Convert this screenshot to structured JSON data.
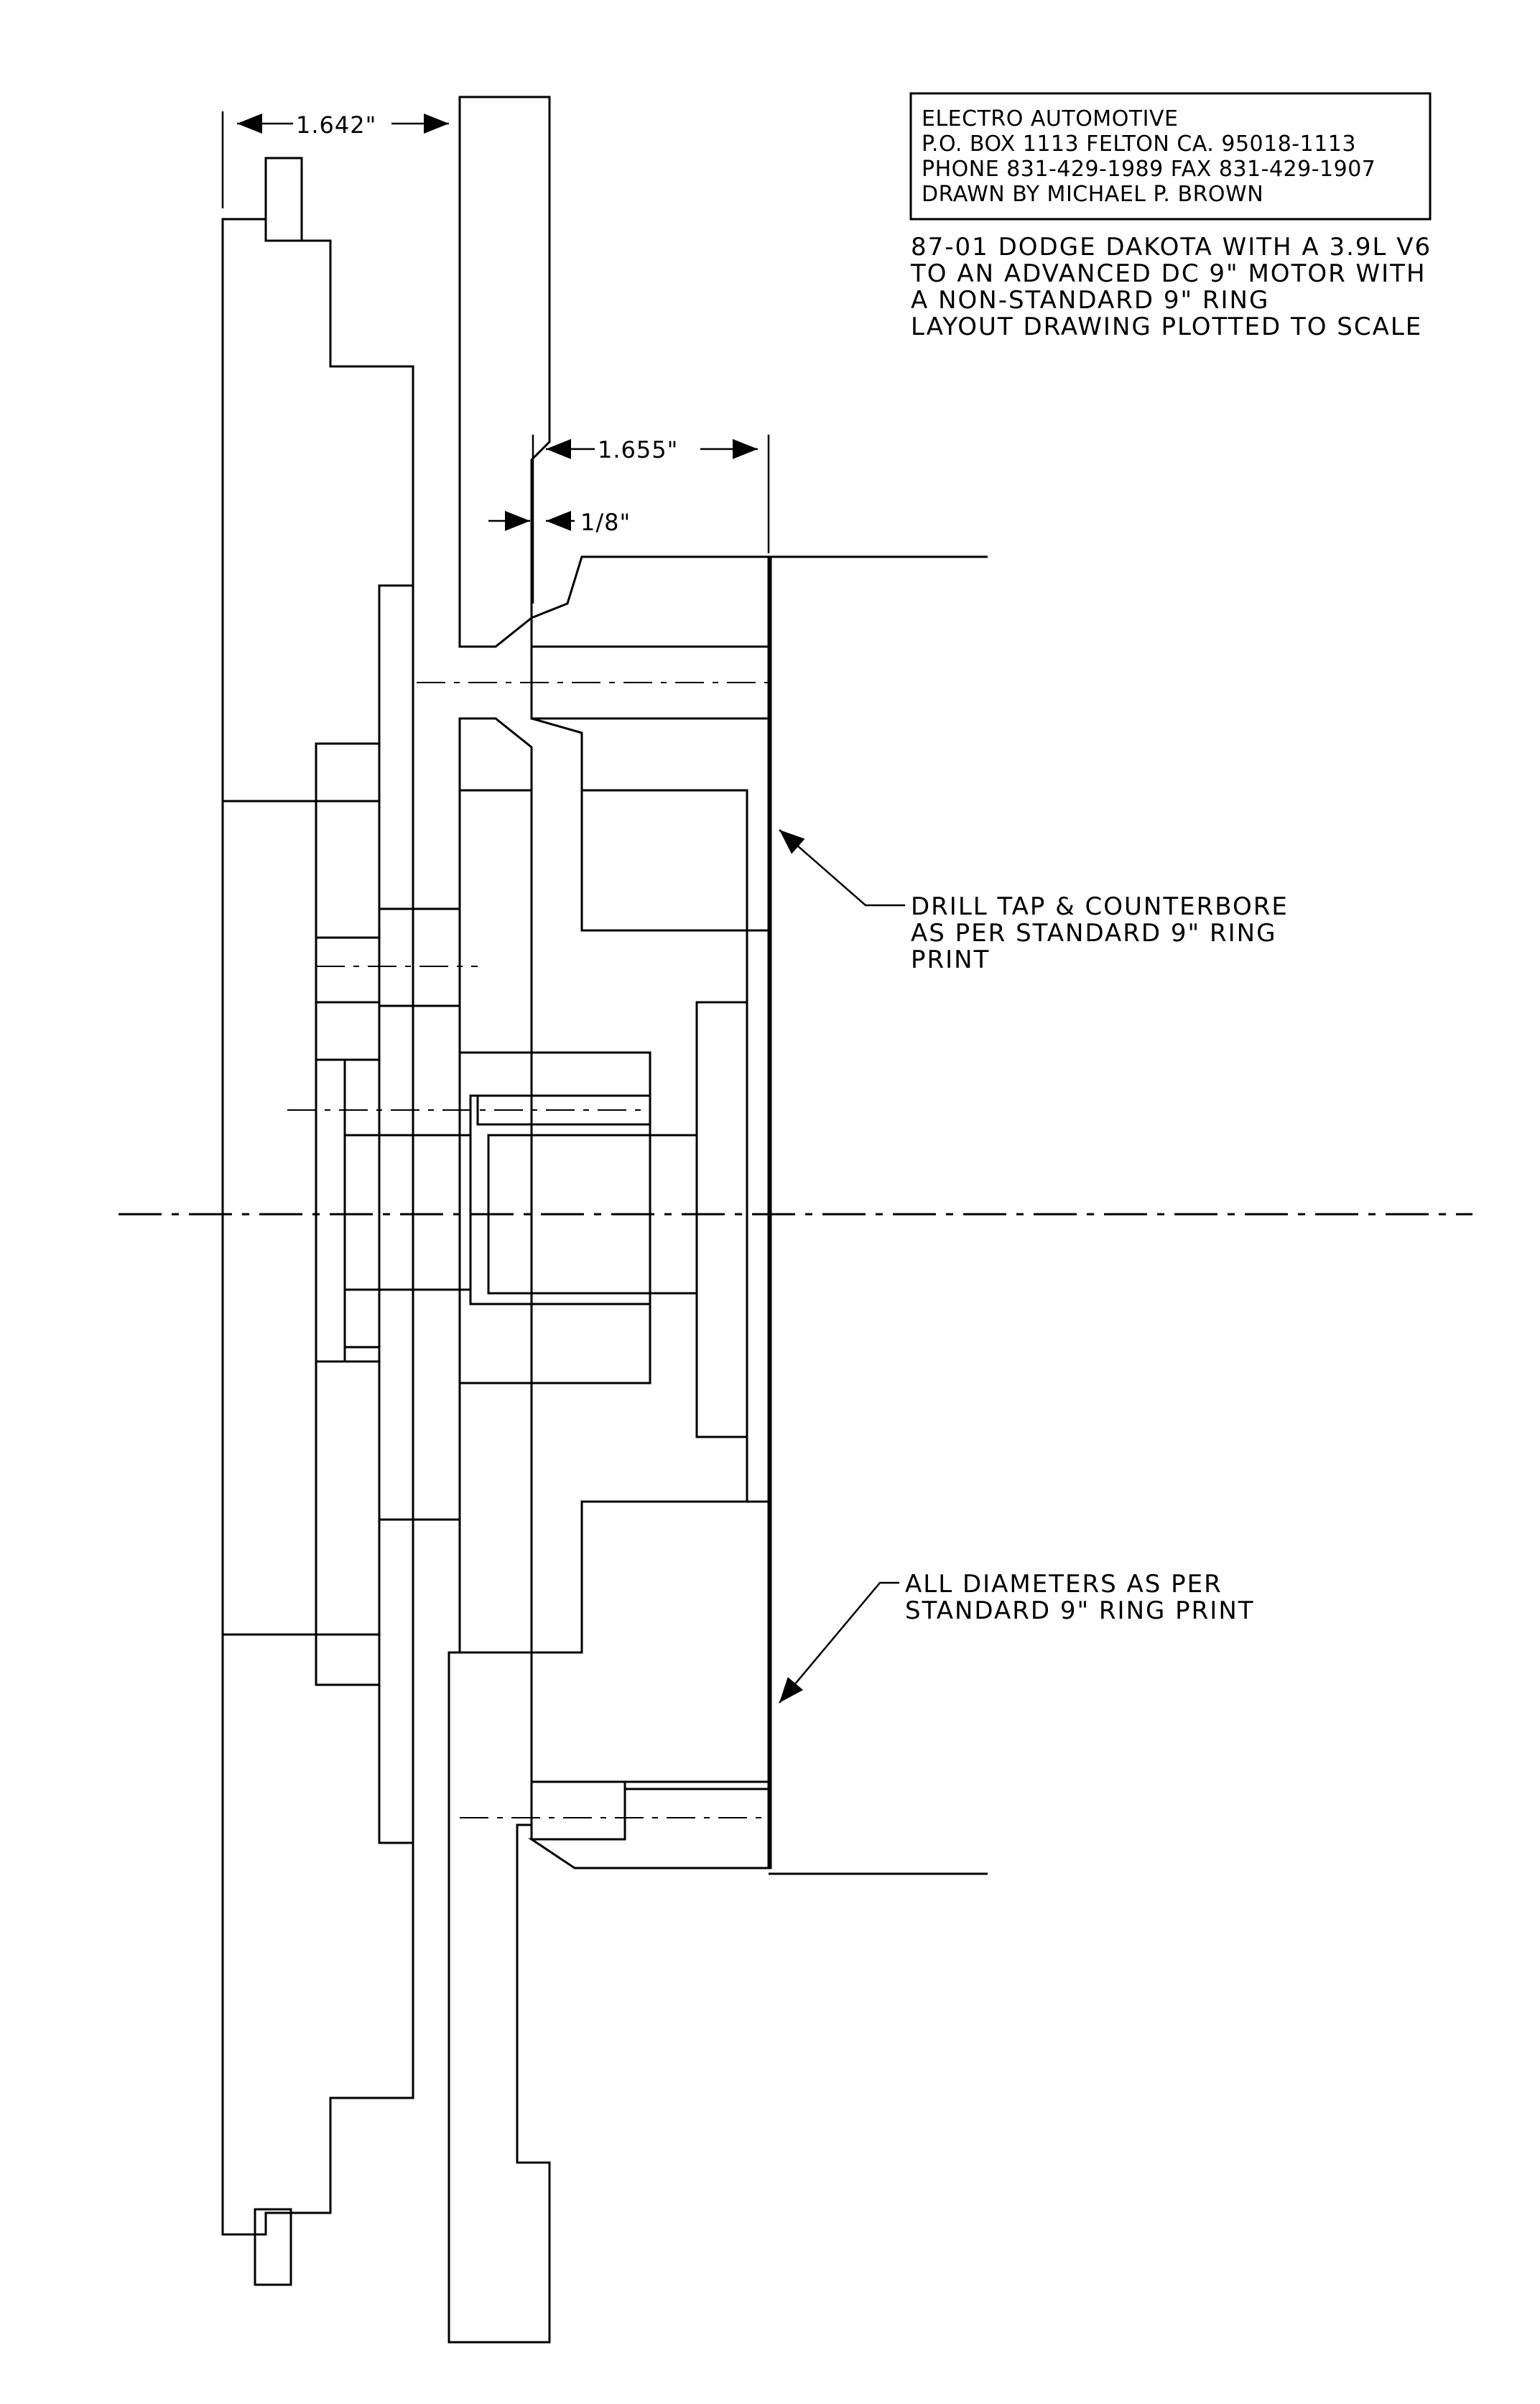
{
  "title_block": {
    "lines": [
      "ELECTRO AUTOMOTIVE",
      "P.O. BOX 1113 FELTON CA. 95018-1113",
      "PHONE 831-429-1989 FAX 831-429-1907",
      "DRAWN BY MICHAEL P. BROWN"
    ]
  },
  "description": {
    "lines": [
      "87-01 DODGE DAKOTA WITH A 3.9L V6",
      "TO AN ADVANCED DC 9\" MOTOR WITH",
      "A NON-STANDARD 9\" RING",
      "LAYOUT DRAWING PLOTTED TO SCALE"
    ]
  },
  "dimensions": {
    "flywheel_offset": "1.642\"",
    "ring_depth": "1.655\"",
    "lip": "1/8\""
  },
  "notes": {
    "drill": [
      "DRILL TAP & COUNTERBORE",
      "AS PER STANDARD 9\" RING",
      "PRINT"
    ],
    "diameters": [
      "ALL DIAMETERS AS PER",
      "STANDARD 9\" RING PRINT"
    ]
  },
  "colors": {
    "ink": "#000000",
    "paper": "#ffffff"
  }
}
